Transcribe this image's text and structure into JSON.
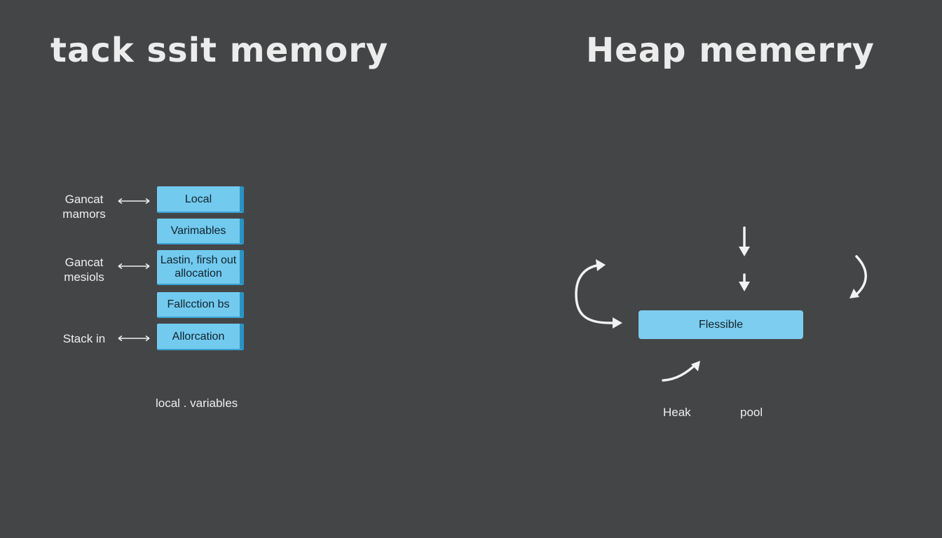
{
  "stack": {
    "title": "tack ssit memory",
    "side_labels": [
      {
        "line1": "Gancat",
        "line2": "mamors"
      },
      {
        "line1": "Gancat",
        "line2": "mesiols"
      },
      {
        "line1": "Stack in",
        "line2": ""
      }
    ],
    "blocks": [
      "Local",
      "Varimables",
      "Lastin, firsh out allocation",
      "Fallcction bs",
      "Allorcation"
    ],
    "caption": "local . variables"
  },
  "heap": {
    "title": "Heap memerry",
    "block": "Flessible",
    "caption_left": "Heak",
    "caption_right": "pool"
  },
  "colors": {
    "background": "#444546",
    "block": "#72caef",
    "block_edge": "#2a93c4"
  }
}
